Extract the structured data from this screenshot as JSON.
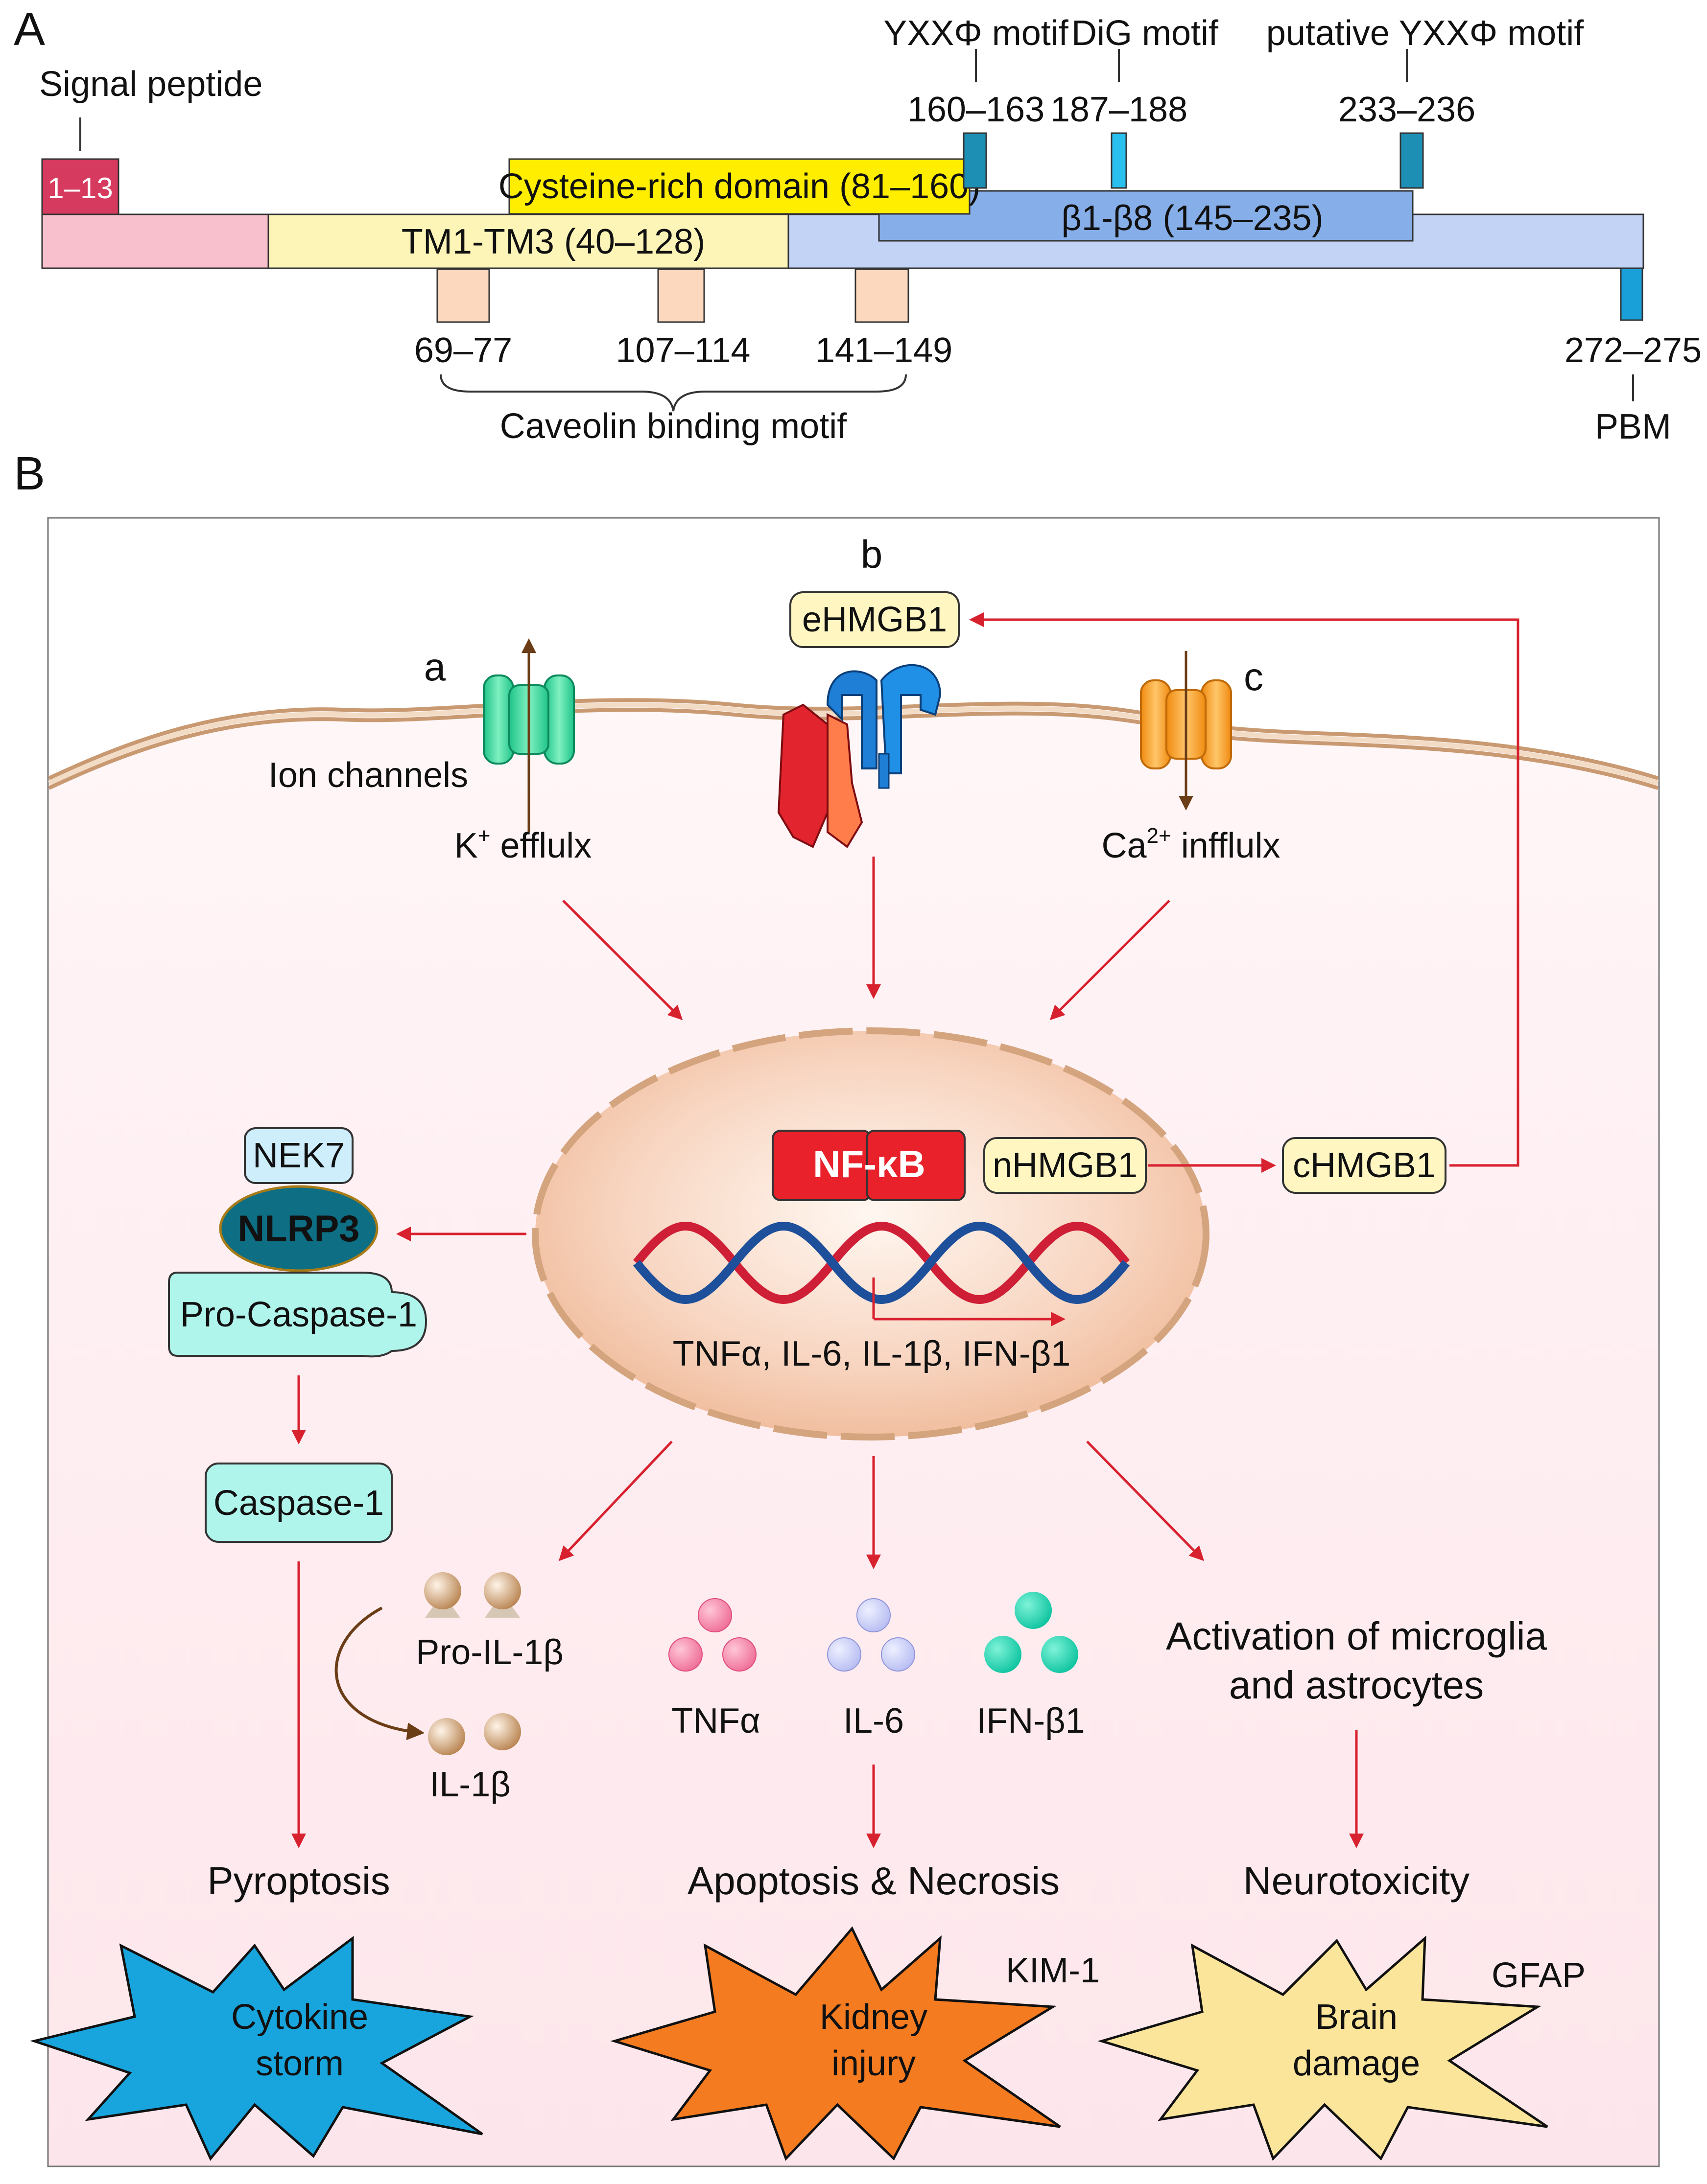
{
  "panel_a": {
    "letter": "A",
    "signal_peptide": "Signal peptide",
    "signal_range": "1–13",
    "yxx_motif": "YXXΦ motif",
    "yxx_range": "160–163",
    "dig_motif": "DiG motif",
    "dig_range": "187–188",
    "putative_motif": "putative YXXΦ motif",
    "putative_range": "233–236",
    "cysteine_domain": "Cysteine-rich domain (81–160)",
    "beta_domain": "β1-β8 (145–235)",
    "tm_domain": "TM1-TM3 (40–128)",
    "cav_range_1": "69–77",
    "cav_range_2": "107–114",
    "cav_range_3": "141–149",
    "caveolin_label": "Caveolin binding motif",
    "pbm_range": "272–275",
    "pbm_label": "PBM"
  },
  "panel_b": {
    "letter": "B",
    "label_a": "a",
    "label_b": "b",
    "label_c": "c",
    "ion_channels": "Ion channels",
    "k_efflux_main": "K",
    "k_efflux_sup": "+",
    "k_efflux_rest": " efflulx",
    "ca_influx_main": "Ca",
    "ca_influx_sup": "2+",
    "ca_influx_rest": " infflulx",
    "ehmgb1": "eHMGB1",
    "nfkb": "NF-κB",
    "nhmgb1": "nHMGB1",
    "chmgb1": "cHMGB1",
    "cytokines_line": "TNFα, IL-6, IL-1β, IFN-β1",
    "nek7": "NEK7",
    "nlrp3": "NLRP3",
    "pro_caspase": "Pro-Caspase-1",
    "caspase": "Caspase-1",
    "pro_il1b": "Pro-IL-1β",
    "il1b": "IL-1β",
    "tnfa": "TNFα",
    "il6": "IL-6",
    "ifnb1": "IFN-β1",
    "activation_line1": "Activation of microglia",
    "activation_line2": "and astrocytes",
    "pyroptosis": "Pyroptosis",
    "apoptosis": "Apoptosis & Necrosis",
    "neurotoxicity": "Neurotoxicity",
    "cytokine_storm_1": "Cytokine",
    "cytokine_storm_2": "storm",
    "kidney_1": "Kidney",
    "kidney_2": "injury",
    "kim1": "KIM-1",
    "brain_1": "Brain",
    "brain_2": "damage",
    "gfap": "GFAP"
  },
  "colors": {
    "signal_peptide": "#d63a5e",
    "signal_region": "#f8c0cc",
    "tm_region": "#fdf5b8",
    "cysteine_domain": "#ffee00",
    "beta_domain": "#86aee8",
    "c_term_region": "#c2d3f5",
    "caveolin_box": "#fcd9be",
    "arrow_red": "#d8212f",
    "membrane": "#c99a72",
    "cell_bg": "#fdeaee",
    "nucleus": "#f2c3a8",
    "nfkb": "#e8212b",
    "nlrp3": "#0e6e83",
    "caspase": "#b0f5ec",
    "cytokine_storm": "#18a4dc",
    "kidney_injury": "#f57b20",
    "brain_damage": "#fbe59a"
  }
}
